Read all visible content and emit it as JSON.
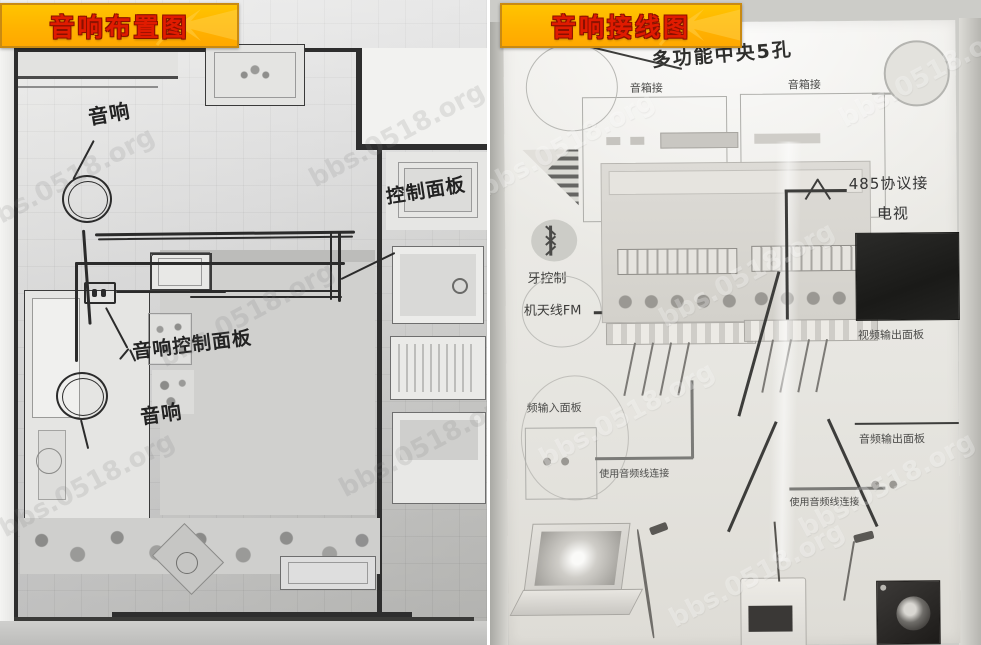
{
  "banners": {
    "left": {
      "label": "音响布置图",
      "accent": "#ffb300",
      "text_color": "#e01b00"
    },
    "right": {
      "label": "音响接线图",
      "accent": "#ffb300",
      "text_color": "#e01b00"
    }
  },
  "left_photo": {
    "caption": "音响布置图",
    "description": "住宅平面布置图照片，带手写马克笔标注",
    "handwritten_annotations": [
      {
        "text": "音响",
        "position": "top-left"
      },
      {
        "text": "控制面板",
        "position": "right-middle"
      },
      {
        "text": "音响控制面板",
        "position": "center-bottom"
      },
      {
        "text": "音响",
        "position": "bottom-left"
      }
    ]
  },
  "right_photo": {
    "caption": "音响接线图",
    "description": "功放接线示意图打印稿照片，带手写标注",
    "handwritten_note": "多功能中央5孔",
    "labels": [
      {
        "text": "音箱接",
        "position": "top-left-box"
      },
      {
        "text": "音箱接",
        "position": "top-right-box"
      },
      {
        "text": "485协议接",
        "position": "right-upper"
      },
      {
        "text": "电视",
        "position": "right-upper"
      },
      {
        "text": "牙控制",
        "position": "left-middle"
      },
      {
        "text": "机天线FM",
        "position": "left-middle"
      },
      {
        "text": "视频输出面板",
        "position": "right-middle"
      },
      {
        "text": "频输入面板",
        "position": "left-lower"
      },
      {
        "text": "音频输出面板",
        "position": "right-lower"
      },
      {
        "text": "使用音频线连接",
        "position": "left-lower"
      },
      {
        "text": "使用音频线连接",
        "position": "right-lower"
      }
    ],
    "devices": [
      {
        "name": "laptop",
        "position": "bottom-left"
      },
      {
        "name": "media-player",
        "position": "bottom-center"
      },
      {
        "name": "speaker",
        "position": "bottom-right"
      }
    ]
  },
  "watermark": {
    "text": "bbs.0518.org",
    "opacity": "0.3"
  }
}
